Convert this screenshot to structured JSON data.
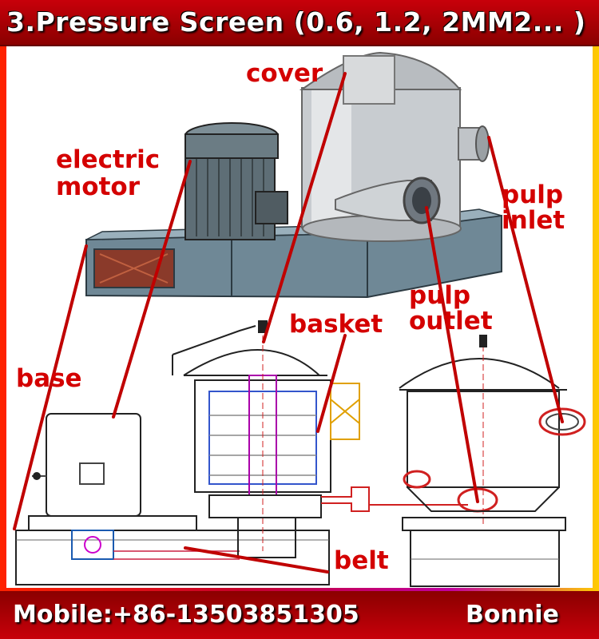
{
  "header": {
    "title": "3.Pressure Screen (0.6, 1.2, 2MM2... )"
  },
  "labels": {
    "cover": "cover",
    "electric_motor_line1": "electric",
    "electric_motor_line2": "motor",
    "pulp_inlet_line1": "pulp",
    "pulp_inlet_line2": "inlet",
    "pulp_outlet_line1": "pulp",
    "pulp_outlet_line2": "outlet",
    "basket": "basket",
    "base": "base",
    "belt": "belt"
  },
  "footer": {
    "contact": "Mobile:+86-13503851305",
    "name": "Bonnie"
  },
  "colors": {
    "accent_red": "#d40000",
    "banner_red": "#b30000",
    "leader_line": "#c00000"
  }
}
